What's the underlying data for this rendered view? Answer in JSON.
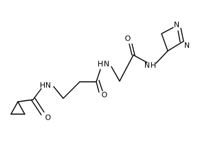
{
  "molecule": {
    "atoms": {
      "o_amide1": "O",
      "nh_amide1": "H",
      "n_amide1": "N",
      "o_amide2": "O",
      "nh_amide2": "H",
      "n_amide2": "N",
      "o_amide3": "O",
      "nh_amide3": "H",
      "n_amide3": "N",
      "n_ring1": "N",
      "n_ring2": "N"
    },
    "colors": {
      "bond": "#000000",
      "label": "#000000"
    }
  }
}
